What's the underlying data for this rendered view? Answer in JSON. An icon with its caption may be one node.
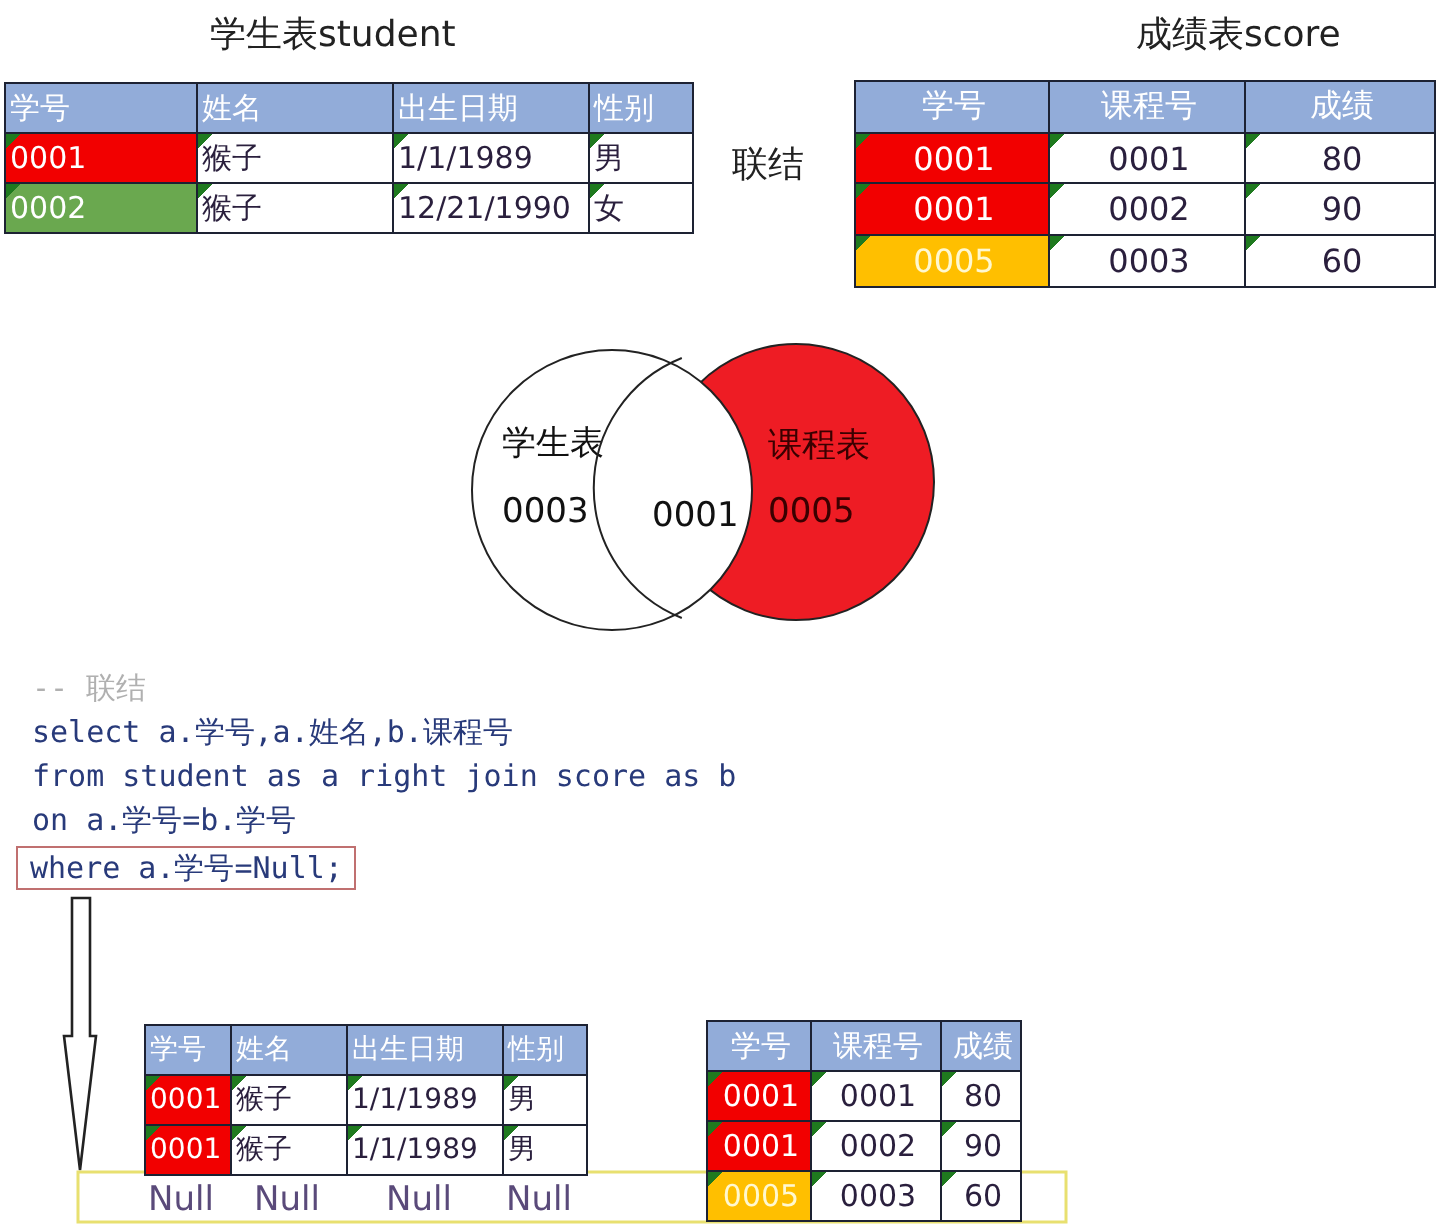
{
  "diagram": {
    "nodes": [
      {
        "text": [
          "学生表",
          "0003"
        ]
      },
      {
        "text": [
          "课程表",
          "0005"
        ]
      }
    ],
    "labels": [
      "学生表student",
      "学号",
      "姓名",
      "出生日期",
      "性别",
      "0001",
      "猴子",
      "1/1/1989",
      "男",
      "0002",
      "猴子",
      "12/21/1990",
      "女",
      "成绩表score",
      "联结",
      "学号",
      "课程号",
      "成绩",
      "0001",
      "0001",
      "80",
      "0001",
      "0002",
      "90",
      "0005",
      "0003",
      "60",
      "0001",
      "-- 联结",
      "select a.学号,a.姓名,b.课程号",
      "from student as a right join score as b",
      "on a.学号=b.学号",
      "where a.学号=Null;",
      "学号",
      "姓名",
      "出生日期",
      "性别",
      "0001",
      "猴子",
      "1/1/1989",
      "男",
      "0001",
      "猴子",
      "1/1/1989",
      "男",
      "Null",
      "Null",
      "Null",
      "Null",
      "学号",
      "课程号",
      "成绩",
      "0001",
      "0001",
      "80",
      "0001",
      "0002",
      "90",
      "0005",
      "0003",
      "60"
    ]
  }
}
